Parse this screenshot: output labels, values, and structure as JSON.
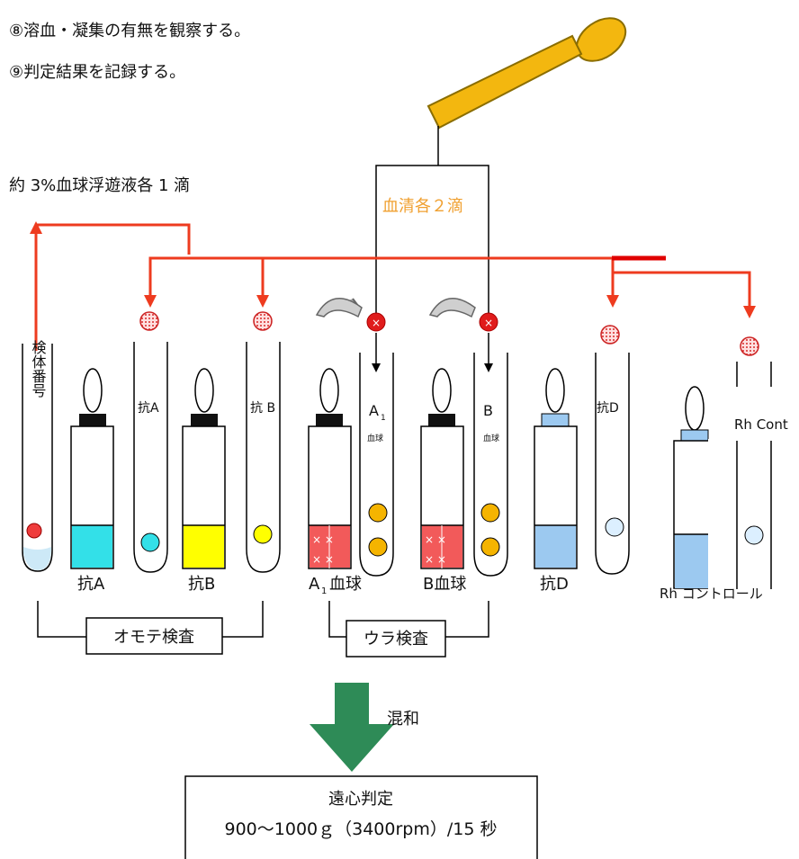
{
  "steps": {
    "step8": "⑧溶血・凝集の有無を観察する。",
    "step9": "⑨判定結果を記録する。"
  },
  "labels": {
    "cells_drop": "約 3%血球浮遊液各 1 滴",
    "serum_drop": "血清各２滴",
    "specimen_number": "検体番号",
    "tube_anti_a": "抗A",
    "tube_anti_b": "抗 B",
    "tube_a1": "A",
    "tube_a1_sub": "1",
    "tube_a1_cells": "血球",
    "tube_b": "B",
    "tube_b_cells": "血球",
    "tube_anti_d": "抗D",
    "rh_cont": "Rh Cont",
    "reagent_anti_a": "抗A",
    "reagent_anti_b": "抗B",
    "reagent_a1_cells": "A",
    "reagent_a1_sub": "1",
    "reagent_a1_cells_suffix": "血球",
    "reagent_b_cells": "B血球",
    "reagent_anti_d": "抗D",
    "rh_control": "Rh コントロール",
    "forward_test": "オモテ検査",
    "reverse_test": "ウラ検査",
    "mix": "混和",
    "centrifuge_title": "遠心判定",
    "centrifuge_condition": "900～1000ｇ（3400rpm）/15 秒"
  },
  "colors": {
    "red_line": "#ee3b1f",
    "dropper": "#f3b70f",
    "green_arrow": "#2e8b57",
    "anti_a": "#33e0e8",
    "anti_b": "#ffff00",
    "cells_red": "#f25a5a",
    "anti_d": "#9cc9f0",
    "orange_text": "#f0a030",
    "drop_orange": "#f5b400"
  }
}
